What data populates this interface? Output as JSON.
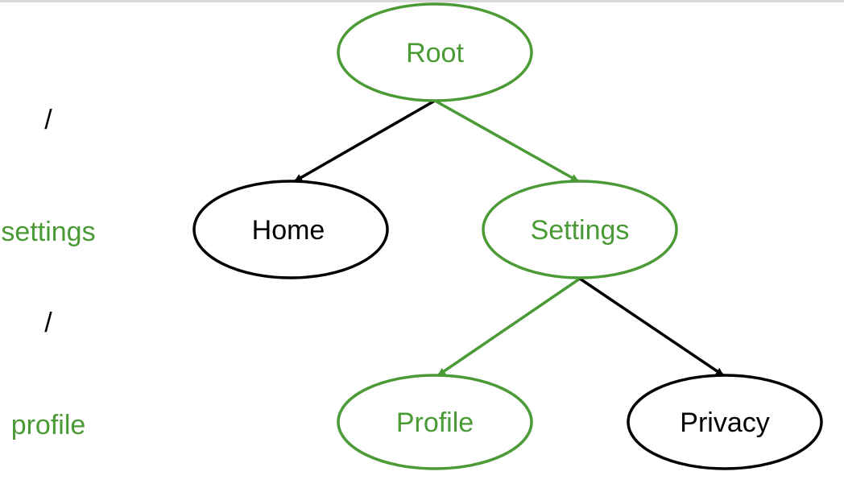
{
  "colors": {
    "highlight": "#4a9a35",
    "default": "#000000",
    "background": "#ffffff"
  },
  "path_segments": [
    {
      "text": "/",
      "highlighted": false
    },
    {
      "text": "settings",
      "highlighted": true
    },
    {
      "text": "/",
      "highlighted": false
    },
    {
      "text": "profile",
      "highlighted": true
    }
  ],
  "nodes": {
    "root": {
      "label": "Root",
      "highlighted": true
    },
    "home": {
      "label": "Home",
      "highlighted": false
    },
    "settings": {
      "label": "Settings",
      "highlighted": true
    },
    "profile": {
      "label": "Profile",
      "highlighted": true
    },
    "privacy": {
      "label": "Privacy",
      "highlighted": false
    }
  },
  "edges": [
    {
      "from": "root",
      "to": "home",
      "highlighted": false
    },
    {
      "from": "root",
      "to": "settings",
      "highlighted": true
    },
    {
      "from": "settings",
      "to": "profile",
      "highlighted": true
    },
    {
      "from": "settings",
      "to": "privacy",
      "highlighted": false
    }
  ]
}
